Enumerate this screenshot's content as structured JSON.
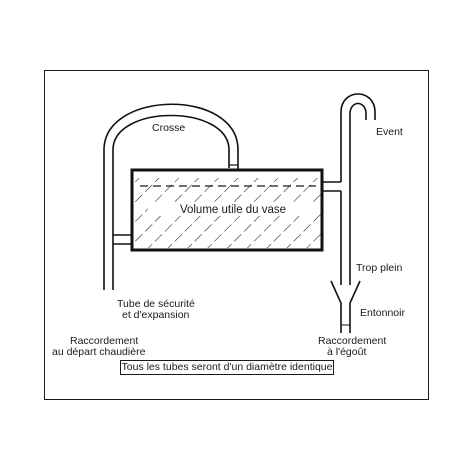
{
  "labels": {
    "crosse": "Crosse",
    "event": "Event",
    "volume": "Volume utile du vase",
    "trop_plein": "Trop plein",
    "entonnoir": "Entonnoir",
    "tube_line1": "Tube de sécurité",
    "tube_line2": "et d'expansion",
    "raccordement_left_line1": "Raccordement",
    "raccordement_left_line2": "au départ chaudière",
    "raccordement_right_line1": "Raccordement",
    "raccordement_right_line2": "à l'égoût"
  },
  "caption": "Tous les tubes seront d'un diamètre identique"
}
